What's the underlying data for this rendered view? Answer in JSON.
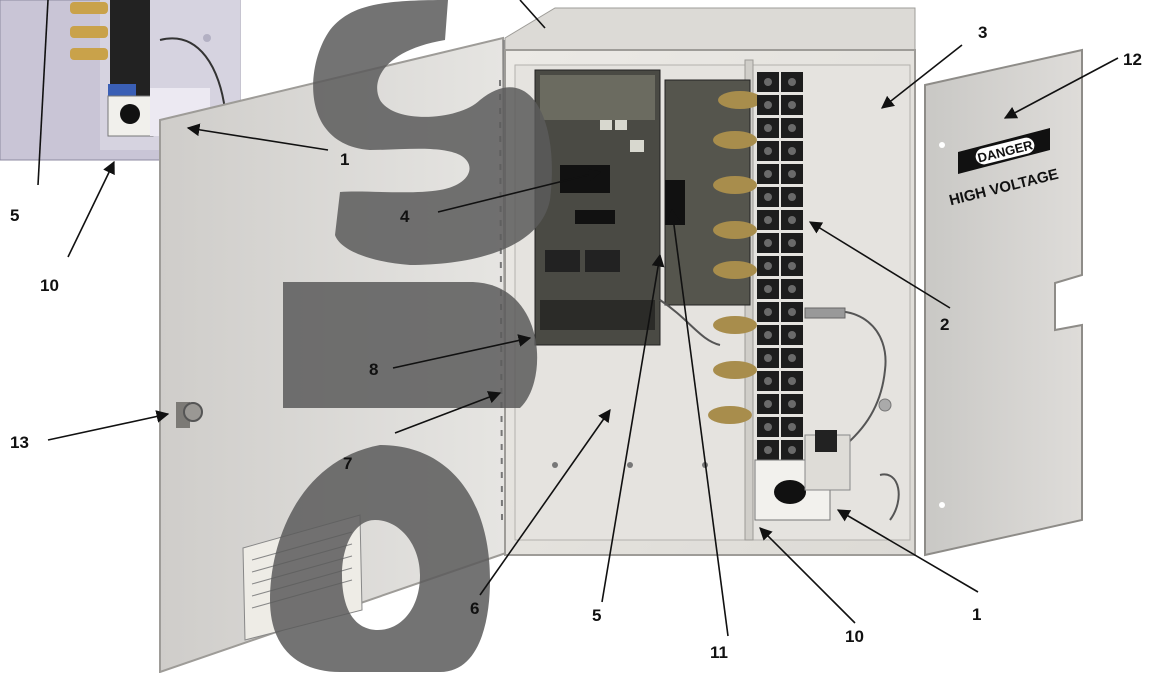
{
  "figure": {
    "callout_labels": [
      "1",
      "2",
      "3",
      "4",
      "5",
      "6",
      "7",
      "8",
      "10",
      "11",
      "12",
      "13"
    ],
    "inset_labels": [
      "5",
      "10",
      "1"
    ],
    "danger_sign": {
      "word": "DANGER",
      "subtitle": "HIGH VOLTAGE"
    },
    "colors": {
      "enclosure": "#e6e4e0",
      "door": "#dcdbd7",
      "watermark": "#5a5a5a",
      "board": "#4a4a44",
      "terminal": "#1d1d1d"
    }
  }
}
